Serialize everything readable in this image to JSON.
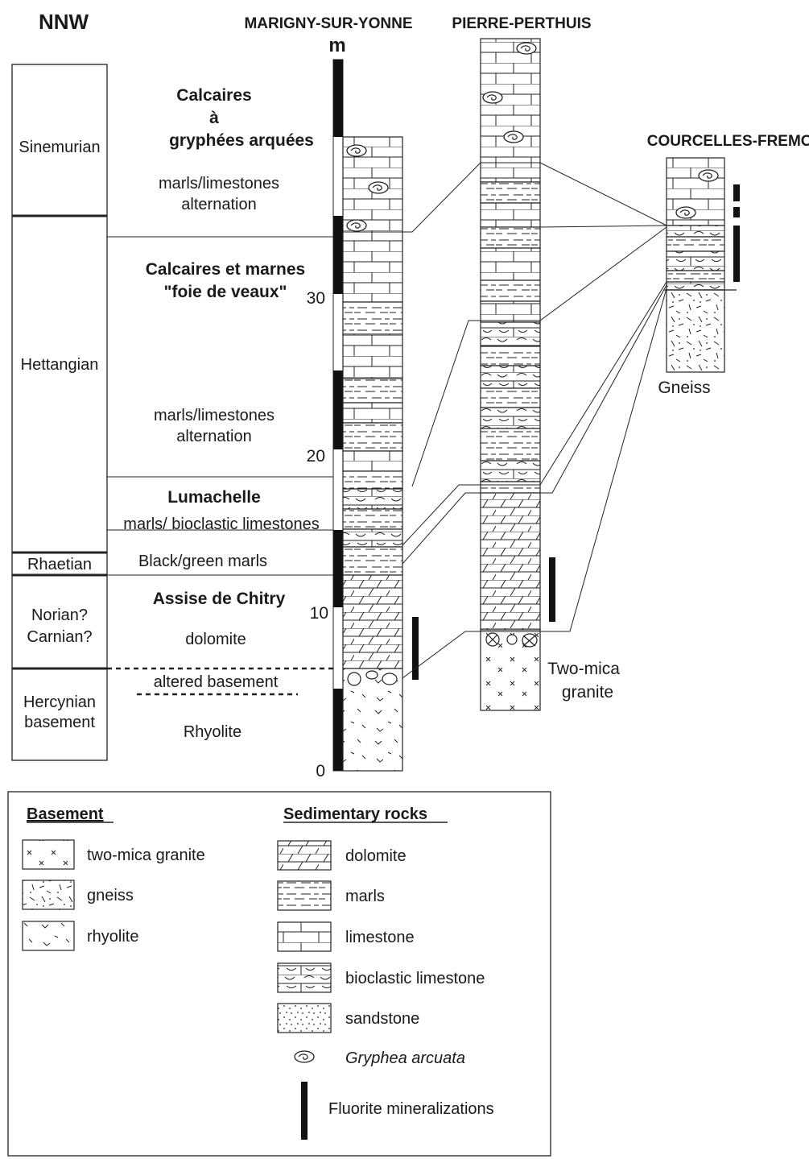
{
  "header": {
    "direction": "NNW",
    "sections": {
      "marigny": "MARIGNY-SUR-YONNE",
      "pierre": "PIERRE-PERTHUIS",
      "courcelles": "COURCELLES-FREMOY"
    },
    "unit": "m"
  },
  "stages": [
    "Sinemurian",
    "Hettangian",
    "Rhaetian",
    "Norian?",
    "Carnian?",
    "Hercynian",
    "basement"
  ],
  "formations": {
    "calcaires_1": "Calcaires",
    "calcaires_2": "à",
    "calcaires_3": "gryphées arquées",
    "alt1_1": "marls/limestones",
    "alt1_2": "alternation",
    "foie_1": "Calcaires et marnes",
    "foie_2": "\"foie de veaux\"",
    "alt2_1": "marls/limestones",
    "alt2_2": "alternation",
    "lumachelle": "Lumachelle",
    "bioclastic": "marls/ bioclastic limestones",
    "black_green": "Black/green marls",
    "chitry": "Assise de Chitry",
    "dolomite": "dolomite",
    "altered": "altered basement",
    "rhyolite": "Rhyolite"
  },
  "scale_ticks": [
    "30",
    "20",
    "10",
    "0"
  ],
  "rock_labels": {
    "two_mica_1": "Two-mica",
    "two_mica_2": "granite",
    "gneiss": "Gneiss"
  },
  "legend": {
    "basement_heading": "Basement",
    "sedimentary_heading": "Sedimentary rocks",
    "basement_items": [
      "two-mica granite",
      "gneiss",
      "rhyolite"
    ],
    "sedimentary_items": [
      "dolomite",
      "marls",
      "limestone",
      "bioclastic limestone",
      "sandstone"
    ],
    "fossil": "Gryphea arcuata",
    "fluorite": "Fluorite mineralizations"
  }
}
